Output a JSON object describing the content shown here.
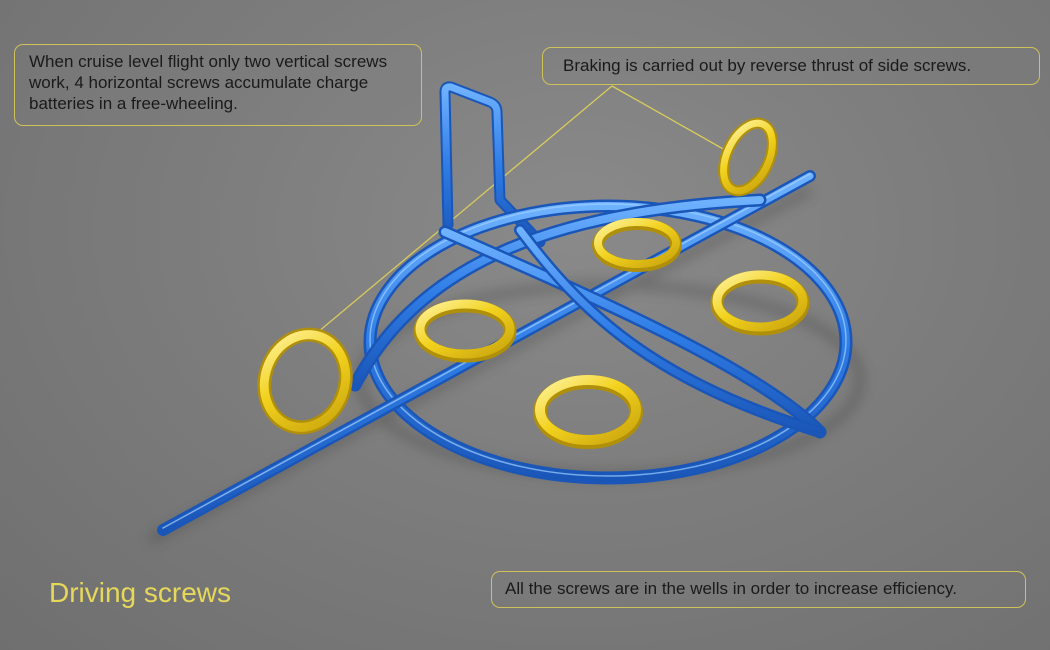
{
  "callouts": {
    "cruise": "When cruise level flight only two vertical screws work, 4 horizontal screws accumulate charge batteries in a free-wheeling.",
    "braking": "Braking is carried out by reverse thrust of side screws.",
    "wells": "All the screws are in the wells in order to increase efficiency."
  },
  "title": "Driving screws",
  "colors": {
    "frame": "#2f7de6",
    "rotor": "#f2d21e",
    "callout_border": "#cfc25a",
    "title": "#e6d85a",
    "background": "#7d7d7d"
  }
}
